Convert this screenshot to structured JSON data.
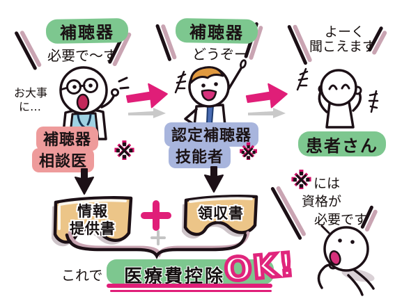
{
  "palette": {
    "banner_green": "#7dc78f",
    "label_pink": "#ee9b9b",
    "label_blue": "#a8b5dd",
    "paper_tan": "#ecc588",
    "accent_magenta": "#e01e78",
    "slash_mauve": "#c9a4b2",
    "shadow_gray": "#c9c9c9",
    "hair_orange": "#e0993f",
    "scrub_blue": "#9fd2e3",
    "tie_blue": "#4a6cb3",
    "mouth_pink": "#d6317b",
    "ink_black": "#1c1016"
  },
  "doctor": {
    "banner": "補聴器",
    "speech": "必要で〜す",
    "aside1": "お大事",
    "aside2": "に…",
    "role1": "補聴器",
    "role2": "相談医",
    "asterisk": "※"
  },
  "fitter": {
    "banner": "補聴器",
    "speech": "どうぞー",
    "role1": "認定補聴器",
    "role2": "技能者",
    "asterisk": "※"
  },
  "patient": {
    "speech1": "よーく",
    "speech2": "聞こえます",
    "role": "患者さん"
  },
  "documents": {
    "doc1_line1": "情報",
    "doc1_line2": "提供書",
    "doc2": "領収書"
  },
  "conclusion": {
    "prefix": "これで",
    "highlight": "医療費控除",
    "ok": "OK!"
  },
  "note": {
    "asterisk": "※",
    "line1": "には",
    "line2": "資格が",
    "line3": "必要です"
  }
}
